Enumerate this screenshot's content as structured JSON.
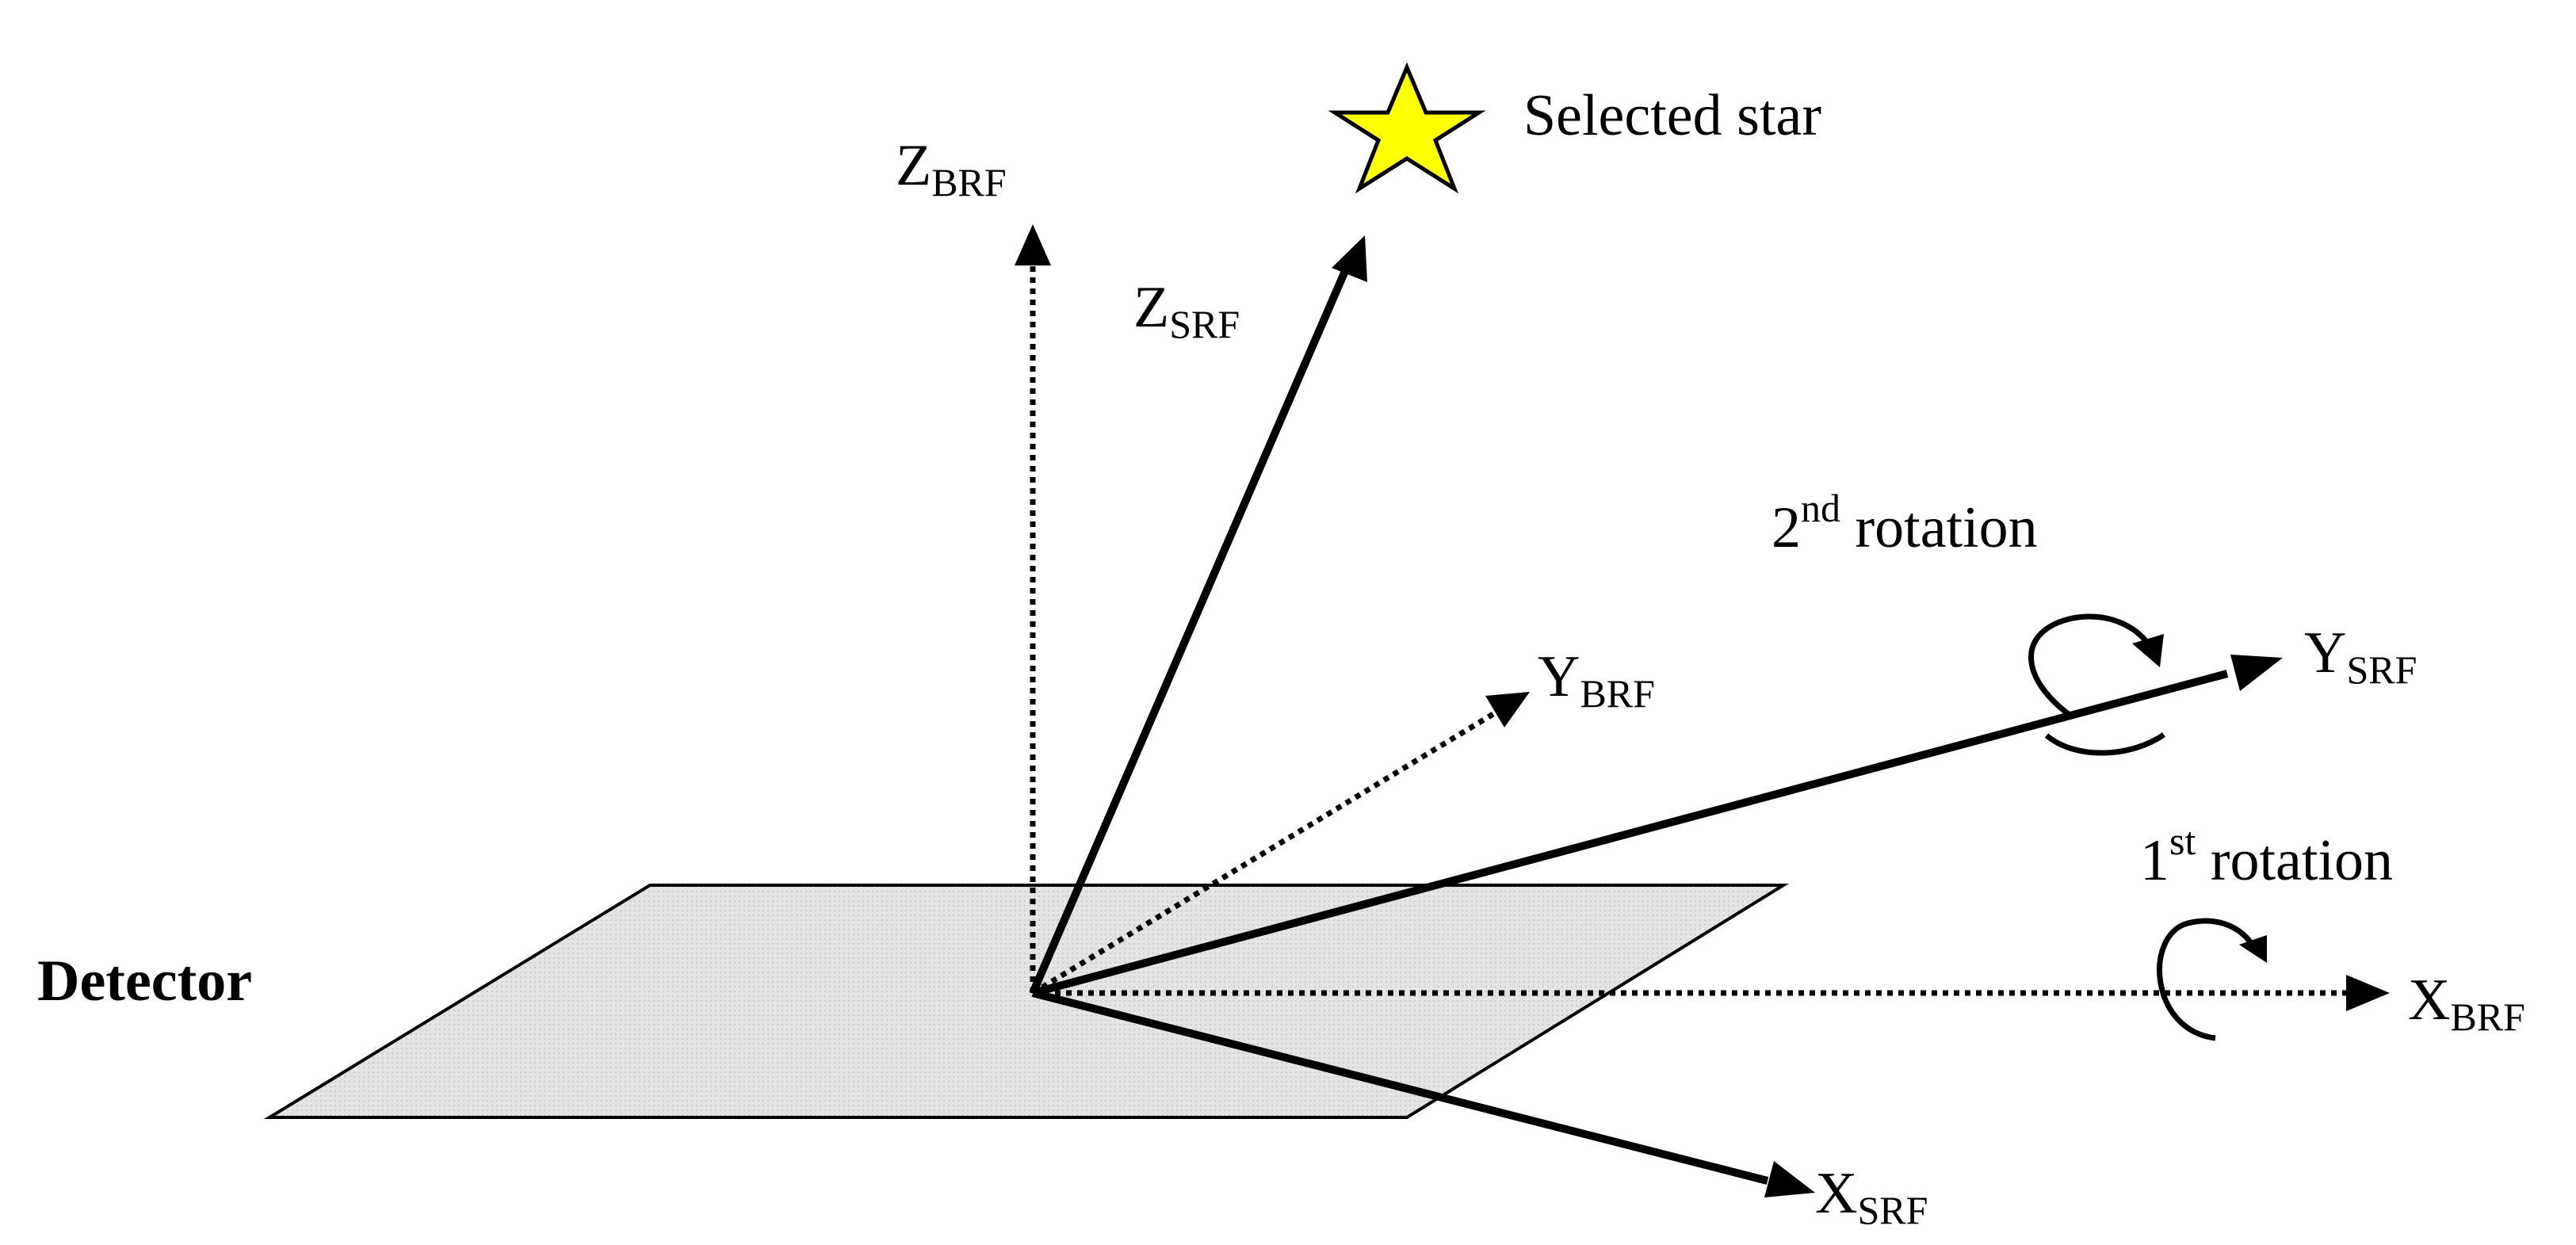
{
  "detector_label": "Detector",
  "star": {
    "label": "Selected star",
    "fill": "#ffff00",
    "stroke": "#000000"
  },
  "axes": {
    "z_brf": {
      "main": "Z",
      "sub": "BRF",
      "style": "dotted"
    },
    "z_srf": {
      "main": "Z",
      "sub": "SRF",
      "style": "solid"
    },
    "y_brf": {
      "main": "Y",
      "sub": "BRF",
      "style": "dotted"
    },
    "y_srf": {
      "main": "Y",
      "sub": "SRF",
      "style": "solid"
    },
    "x_brf": {
      "main": "X",
      "sub": "BRF",
      "style": "dotted"
    },
    "x_srf": {
      "main": "X",
      "sub": "SRF",
      "style": "solid"
    }
  },
  "rotations": {
    "first": {
      "num": "1",
      "sup": "st",
      "text": " rotation"
    },
    "second": {
      "num": "2",
      "sup": "nd",
      "text": " rotation"
    }
  },
  "colors": {
    "plane_fill": "#e2e2e2",
    "line": "#000000"
  }
}
